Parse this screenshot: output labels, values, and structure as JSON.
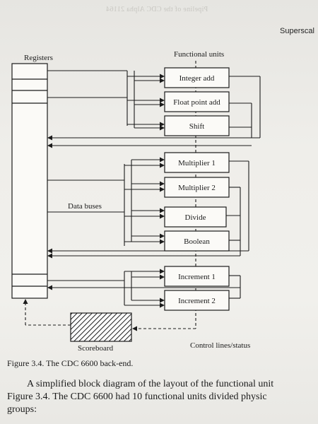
{
  "running_head": "Superscal",
  "diagram": {
    "registers_label": "Registers",
    "functional_units_label": "Functional units",
    "data_buses_label": "Data buses",
    "scoreboard_label": "Scoreboard",
    "control_lines_label": "Control lines/status",
    "units": [
      "Integer add",
      "Float point add",
      "Shift",
      "Multiplier 1",
      "Multiplier 2",
      "Divide",
      "Boolean",
      "Increment 1",
      "Increment 2"
    ]
  },
  "caption": "Figure 3.4.  The CDC 6600 back-end.",
  "body_text": {
    "line1": "A simplified block diagram of the layout of the functional unit",
    "line2": "Figure 3.4. The CDC 6600 had 10 functional units divided physic",
    "line3": "groups:"
  }
}
